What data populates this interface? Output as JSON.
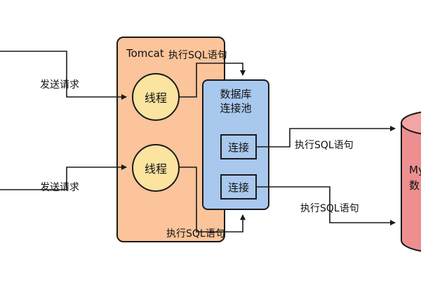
{
  "tomcat": {
    "title": "Tomcat"
  },
  "threads": [
    {
      "label": "线程"
    },
    {
      "label": "线程"
    }
  ],
  "pool": {
    "title_line1": "数据库",
    "title_line2": "连接池"
  },
  "connections": [
    {
      "label": "连接"
    },
    {
      "label": "连接"
    }
  ],
  "labels": {
    "request_1": "发送请求",
    "request_2": "发送请求",
    "sql_top": "执行SQL语句",
    "sql_bottom": "执行SQL语句",
    "sql_right_1": "执行SQL语句",
    "sql_right_2": "执行SQL语句"
  },
  "database": {
    "line1": "My",
    "line2": "数"
  },
  "colors": {
    "tomcat_fill": "#fbc49a",
    "thread_fill": "#fbe3a0",
    "pool_fill": "#a9c8ee",
    "db_fill": "#ee8f8f",
    "stroke": "#1a1a1a"
  }
}
